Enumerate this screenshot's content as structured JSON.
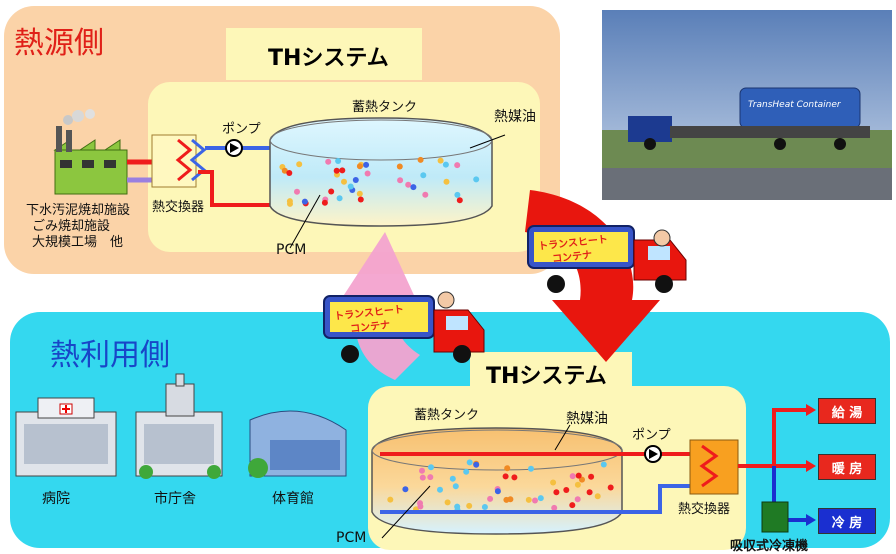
{
  "source": {
    "heading": "熱源側",
    "system_title": "THシステム",
    "facility_lines": [
      "下水汚泥焼却施設",
      "ごみ焼却施設",
      "大規模工場　他"
    ],
    "heat_exchanger": "熱交換器",
    "pump": "ポンプ",
    "tank": "蓄熱タンク",
    "oil": "熱媒油",
    "pcm": "PCM"
  },
  "user": {
    "heading": "熱利用側",
    "system_title": "THシステム",
    "tank": "蓄熱タンク",
    "oil": "熱媒油",
    "pump": "ポンプ",
    "heat_exchanger": "熱交換器",
    "pcm": "PCM",
    "chiller": "吸収式冷凍機",
    "buildings": [
      "病院",
      "市庁舎",
      "体育館"
    ],
    "outputs": [
      {
        "label": "給 湯",
        "color": "#e8281e"
      },
      {
        "label": "暖 房",
        "color": "#e8281e"
      },
      {
        "label": "冷 房",
        "color": "#1a2fd0"
      }
    ]
  },
  "truck_label": [
    "トランスヒート",
    "コンテナ"
  ],
  "photo_container_text": "TransHeat Container",
  "colors": {
    "source_bg": "#fbd3a8",
    "user_bg": "#34d8ef",
    "system_bg": "#fdf7b8",
    "hot": "#ef1c1c",
    "cold": "#3c64e6",
    "pink_arrow": "#f3a3cf"
  }
}
